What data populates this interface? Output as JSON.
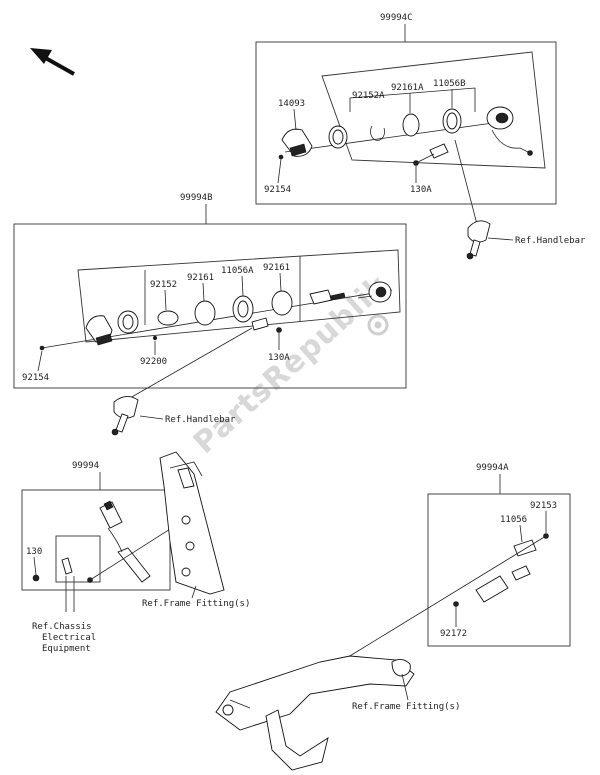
{
  "watermark": "PartsRepublik",
  "groups": {
    "g99994C": "99994C",
    "g99994B": "99994B",
    "g99994": "99994",
    "g99994A": "99994A"
  },
  "labels": {
    "p14093": "14093",
    "p92152A": "92152A",
    "p92161A": "92161A",
    "p11056B": "11056B",
    "p92154_top": "92154",
    "p130A_top": "130A",
    "ref_handlebar_top": "Ref.Handlebar",
    "p92152": "92152",
    "p92161_a": "92161",
    "p11056A": "11056A",
    "p92161_b": "92161",
    "p92200": "92200",
    "p92154_mid": "92154",
    "p130A_mid": "130A",
    "ref_handlebar_mid": "Ref.Handlebar",
    "p130": "130",
    "ref_chassis_1": "Ref.Chassis",
    "ref_chassis_2": "Electrical",
    "ref_chassis_3": "Equipment",
    "ref_frame_left": "Ref.Frame Fitting(s)",
    "p92153": "92153",
    "p11056": "11056",
    "p92172": "92172",
    "ref_frame_right": "Ref.Frame Fitting(s)"
  }
}
